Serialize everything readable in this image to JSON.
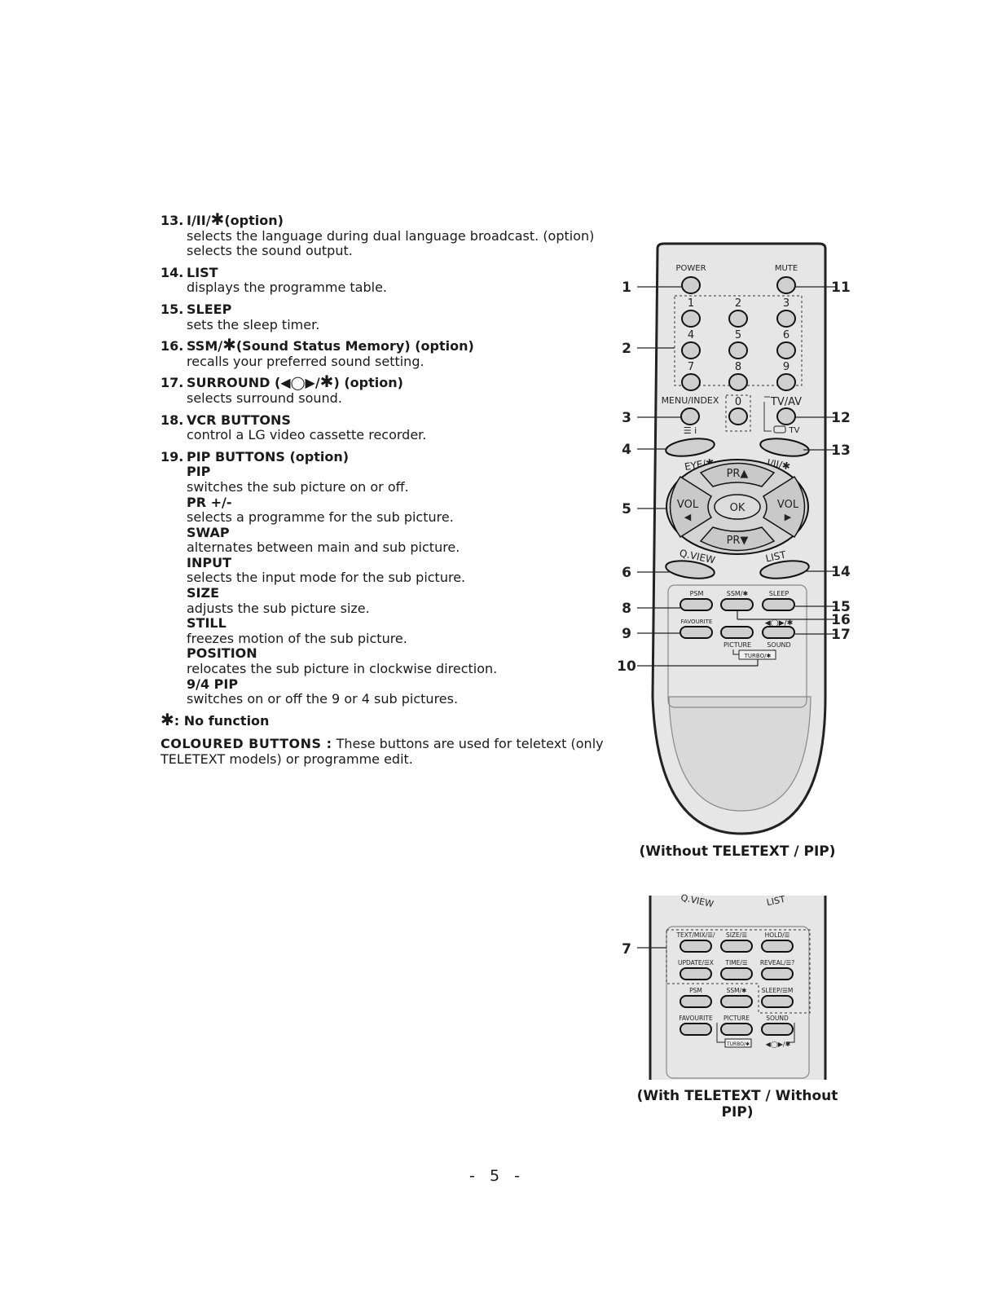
{
  "items": [
    {
      "num": "13.",
      "title": "I/II/",
      "suffix": " (option)",
      "star": true,
      "desc": [
        "selects the language during dual language broadcast. (option)",
        "selects the sound output."
      ]
    },
    {
      "num": "14.",
      "title": "LIST",
      "suffix": "",
      "star": false,
      "desc": [
        "displays the programme table."
      ]
    },
    {
      "num": "15.",
      "title": "SLEEP",
      "suffix": "",
      "star": false,
      "desc": [
        "sets the sleep timer."
      ]
    },
    {
      "num": "16.",
      "title": "SSM/",
      "suffix": " (Sound Status Memory) (option)",
      "star": true,
      "desc": [
        "recalls your preferred sound setting."
      ]
    },
    {
      "num": "17.",
      "title": "SURROUND (◀◯▶/",
      "suffix": ") (option)",
      "star": true,
      "desc": [
        "selects surround sound."
      ]
    },
    {
      "num": "18.",
      "title": "VCR BUTTONS",
      "suffix": "",
      "star": false,
      "desc": [
        "control a LG video cassette recorder."
      ]
    }
  ],
  "pip": {
    "num": "19.",
    "title": "PIP BUTTONS (option)",
    "subs": [
      {
        "name": "PIP",
        "desc": "switches the sub picture on or off."
      },
      {
        "name": "PR +/-",
        "desc": "selects a programme for the sub picture."
      },
      {
        "name": "SWAP",
        "desc": "alternates between main and sub picture."
      },
      {
        "name": "INPUT",
        "desc": "selects the input mode for the sub picture."
      },
      {
        "name": "SIZE",
        "desc": "adjusts the sub picture size."
      },
      {
        "name": "STILL",
        "desc": "freezes motion of the sub picture."
      },
      {
        "name": "POSITION",
        "desc": "relocates the sub picture in clockwise direction."
      },
      {
        "name": "9/4 PIP",
        "desc": "switches on or off the 9 or 4 sub pictures."
      }
    ]
  },
  "star_symbol": "✱",
  "no_function": ": No function",
  "coloured_label": "COLOURED BUTTONS :",
  "coloured_text": " These buttons are used for teletext (only TELETEXT models) or programme edit.",
  "remote1": {
    "power": "POWER",
    "mute": "MUTE",
    "digits": [
      "1",
      "2",
      "3",
      "4",
      "5",
      "6",
      "7",
      "8",
      "9",
      "0"
    ],
    "menu_index": "MENU/INDEX",
    "tv_av": "TV/AV",
    "tv_sub": "TV",
    "eye": "EYE/✱",
    "i_ii": "I/II/✱",
    "pr_up": "PR▲",
    "pr_down": "PR▼",
    "vol_left": "VOL",
    "vol_right": "VOL",
    "ok": "OK",
    "qview": "Q.VIEW",
    "list": "LIST",
    "psm": "PSM",
    "ssm": "SSM/✱",
    "sleep": "SLEEP",
    "favourite": "FAVOURITE",
    "surround": "◀◯▶/✱",
    "picture": "PICTURE",
    "sound": "SOUND",
    "turbo": "TURBO/✱",
    "callouts_left": [
      "1",
      "2",
      "3",
      "4",
      "5",
      "6",
      "8",
      "9",
      "10"
    ],
    "callouts_right": [
      "11",
      "12",
      "13",
      "14",
      "15",
      "16",
      "17"
    ]
  },
  "caption1": "(Without TELETEXT / PIP)",
  "remote2": {
    "qview": "Q.VIEW",
    "list": "LIST",
    "text_mix": "TEXT/MIX/☰/",
    "size": "SIZE/☰",
    "hold": "HOLD/☰",
    "update": "UPDATE/☰X",
    "time": "TIME/☰",
    "reveal": "REVEAL/☰?",
    "psm": "PSM",
    "ssm": "SSM/✱",
    "sleep": "SLEEP/☰M",
    "favourite": "FAVOURITE",
    "picture": "PICTURE",
    "sound": "SOUND",
    "turbo": "TURBO/✱",
    "surround": "◀◯▶/✱",
    "callout": "7"
  },
  "caption2": "(With TELETEXT / Without PIP)",
  "page_number": "- 5 -"
}
